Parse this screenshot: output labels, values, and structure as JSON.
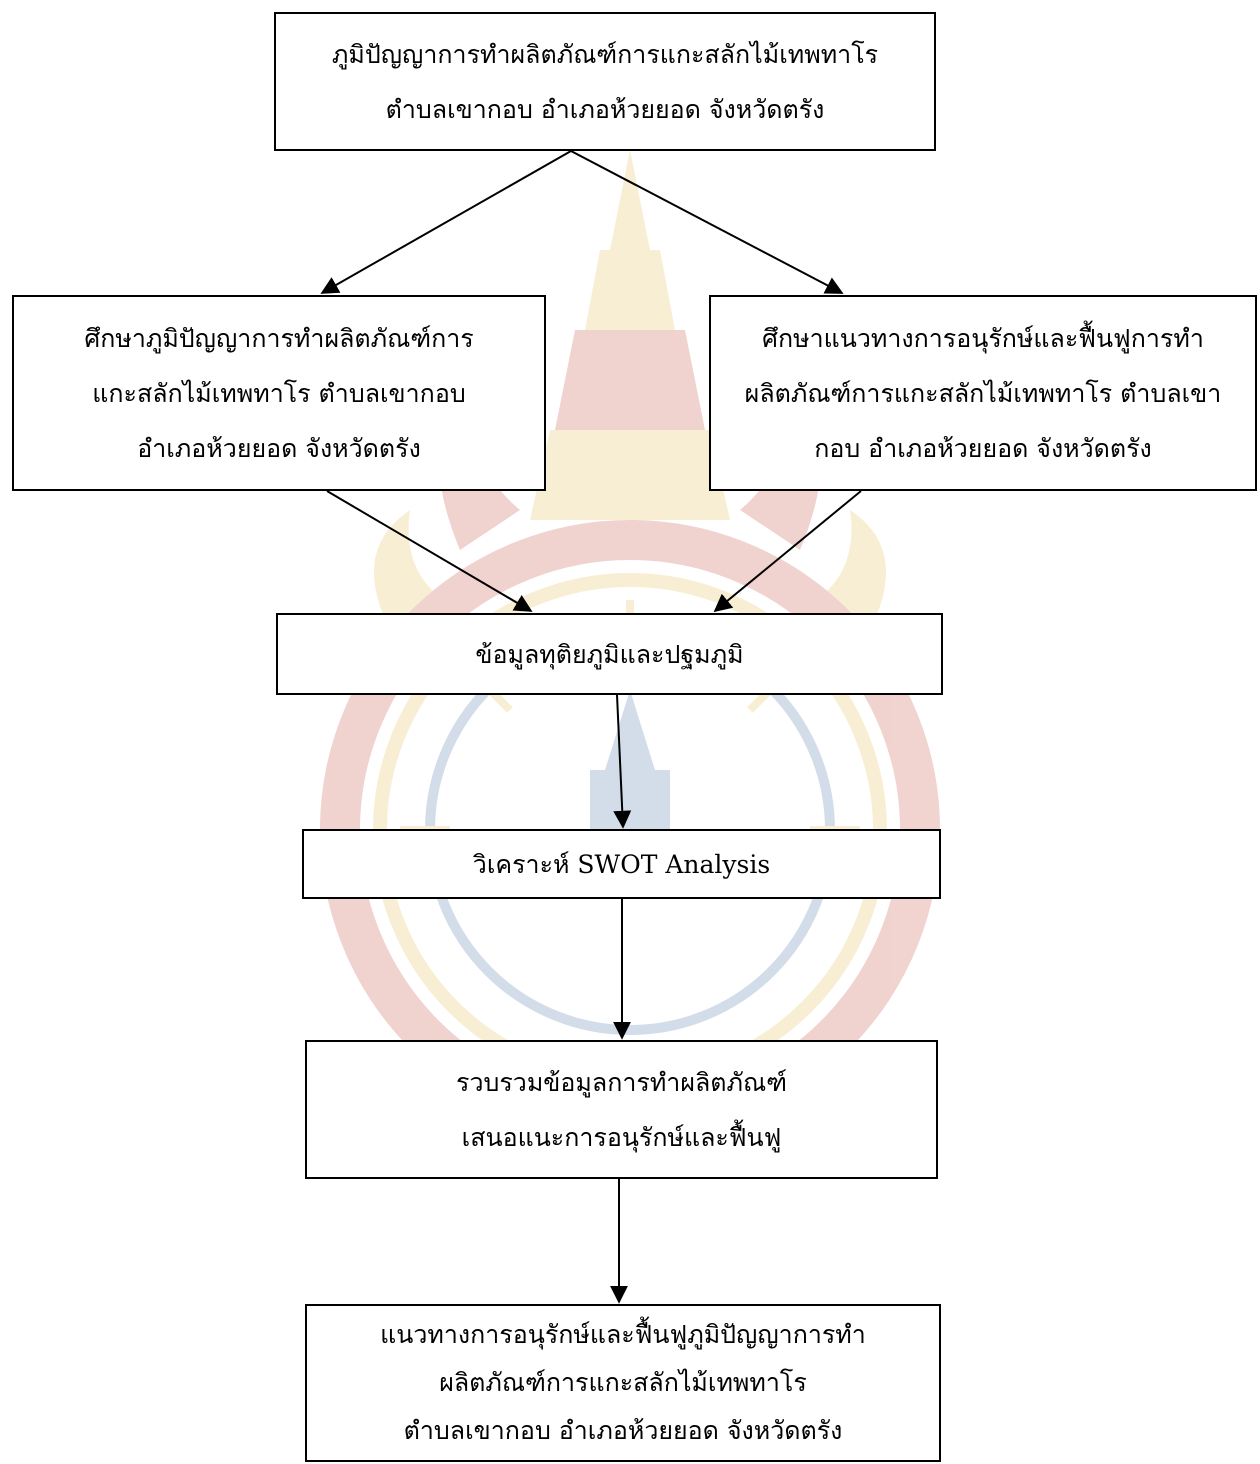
{
  "flowchart": {
    "top_box": {
      "lines": [
        "ภูมิปัญญาการทำผลิตภัณฑ์การแกะสลักไม้เทพทาโร",
        "ตำบลเขากอบ  อำเภอห้วยยอด จังหวัดตรัง"
      ]
    },
    "left_box": {
      "lines": [
        "ศึกษาภูมิปัญญาการทำผลิตภัณฑ์การ",
        "แกะสลักไม้เทพทาโร ตำบลเขากอบ",
        "อำเภอห้วยยอด  จังหวัดตรัง"
      ]
    },
    "right_box": {
      "lines": [
        "ศึกษาแนวทางการอนุรักษ์และฟื้นฟูการทำ",
        "ผลิตภัณฑ์การแกะสลักไม้เทพทาโร ตำบลเขา",
        "กอบ อำเภอห้วยยอด  จังหวัดตรัง"
      ]
    },
    "data_box": {
      "lines": [
        "ข้อมูลทุติยภูมิและปฐมภูมิ"
      ]
    },
    "swot_box": {
      "lines": [
        "วิเคราะห์ SWOT Analysis"
      ]
    },
    "collect_box": {
      "lines": [
        "รวบรวมข้อมูลการทำผลิตภัณฑ์",
        "เสนอแนะการอนุรักษ์และฟื้นฟู"
      ]
    },
    "final_box": {
      "lines": [
        "แนวทางการอนุรักษ์และฟื้นฟูภูมิปัญญาการทำ",
        "ผลิตภัณฑ์การแกะสลักไม้เทพทาโร",
        "ตำบลเขากอบ  อำเภอห้วยยอด จังหวัดตรัง"
      ]
    }
  },
  "colors": {
    "line": "#000000",
    "box_border": "#000000",
    "watermark_red": "#c0392b",
    "watermark_gold": "#e0b73a"
  },
  "watermark": {
    "icon": "university-seal-watermark"
  }
}
